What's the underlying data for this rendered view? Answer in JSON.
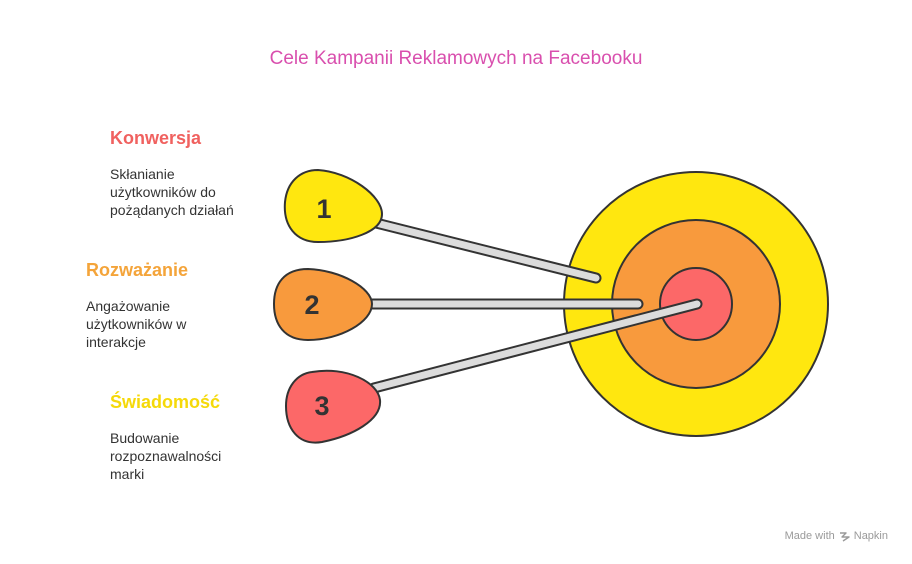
{
  "title": "Cele Kampanii Reklamowych na Facebooku",
  "colors": {
    "title": "#d94fae",
    "yellow": "#ffe70f",
    "orange": "#f89a3d",
    "red": "#fc6868",
    "heading_red": "#f0615f",
    "heading_orange": "#f4a43a",
    "heading_yellow": "#f5d90a",
    "stick": "#dcdcdc",
    "outline": "#333333"
  },
  "goals": [
    {
      "number": "1",
      "heading": "Konwersja",
      "description": [
        "Skłanianie",
        "użytkowników do",
        "pożądanych działań"
      ]
    },
    {
      "number": "2",
      "heading": "Rozważanie",
      "description": [
        "Angażowanie",
        "użytkowników w",
        "interakcje"
      ]
    },
    {
      "number": "3",
      "heading": "Świadomość",
      "description": [
        "Budowanie",
        "rozpoznawalności",
        "marki"
      ]
    }
  ],
  "footer": {
    "made_with": "Made with",
    "brand": "Napkin"
  }
}
